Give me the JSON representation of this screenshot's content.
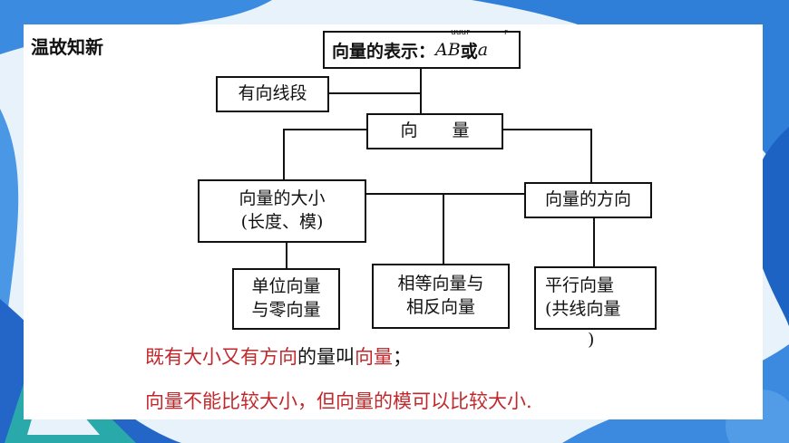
{
  "section_title": "温故知新",
  "diagram": {
    "top_box": {
      "prefix": "向量的表示：",
      "math1": "AB",
      "or": "或",
      "math2": "a",
      "mark1": "uuur",
      "mark2": "r"
    },
    "directed_segment": "有向线段",
    "vector": "向　　量",
    "magnitude": {
      "line1": "向量的大小",
      "line2": "(长度、模)"
    },
    "direction": "向量的方向",
    "unit_zero": {
      "line1": "单位向量",
      "line2": "与零向量"
    },
    "equal_opposite": {
      "line1": "相等向量与",
      "line2": "相反向量"
    },
    "parallel": {
      "line1": "平行向量",
      "line2": "(共线向量",
      "line3": ")"
    }
  },
  "statements": {
    "line1": {
      "a": "既有大小又有方向",
      "b": "的量叫",
      "c": "向量",
      "d": "；"
    },
    "line2": "向量不能比较大小，但向量的模可以比较大小."
  },
  "colors": {
    "accent_red": "#c0282c",
    "bg_blue": "#2f80d6",
    "panel": "#ffffff"
  }
}
